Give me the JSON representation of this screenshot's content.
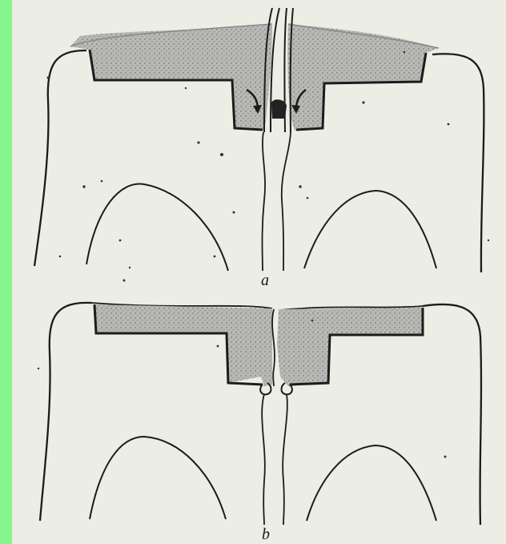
{
  "panels": [
    {
      "id": "a",
      "label": "a"
    },
    {
      "id": "b",
      "label": "b"
    }
  ],
  "colors": {
    "edge_strip": "#86f58c",
    "paper": "#ecede4",
    "ink": "#1c1c1c",
    "stipple": "#a9a9a9"
  }
}
